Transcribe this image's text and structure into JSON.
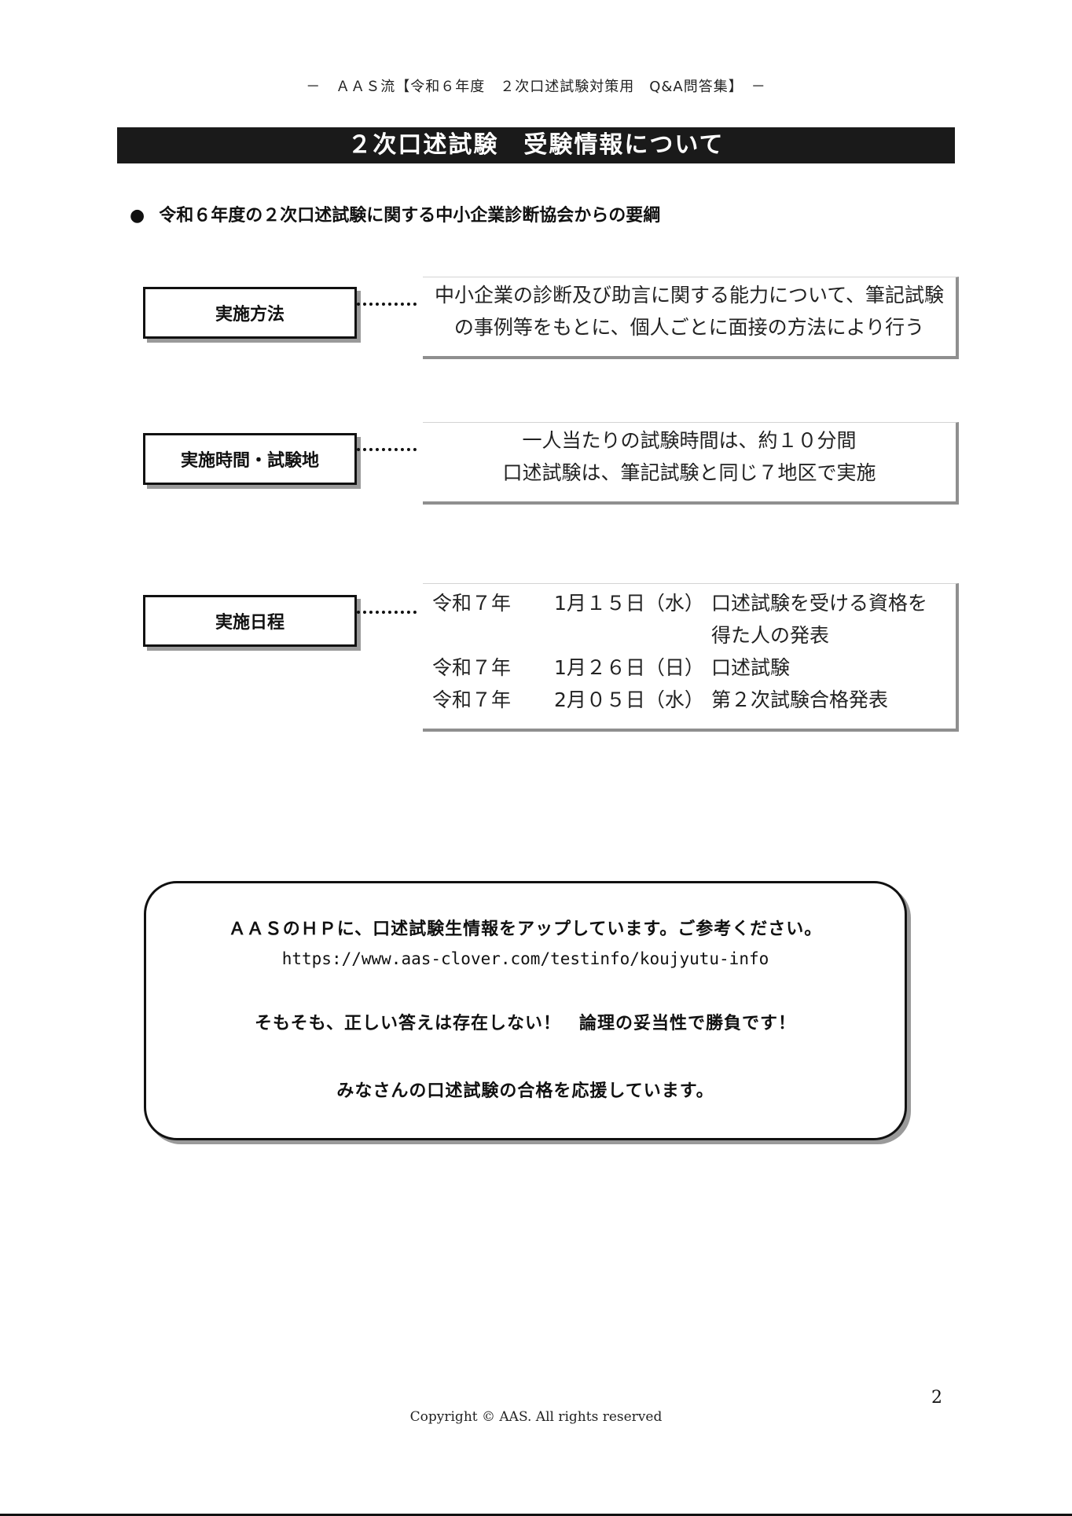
{
  "header": {
    "text": "－　ＡＡＳ流【令和６年度　２次口述試験対策用　Q&A問答集】　－"
  },
  "title": "２次口述試験　受験情報について",
  "section_heading": {
    "bullet": "●",
    "text": "令和６年度の２次口述試験に関する中小企業診断協会からの要綱"
  },
  "items": [
    {
      "label": "実施方法",
      "lines": [
        "中小企業の診断及び助言に関する能力について、筆記試験",
        "の事例等をもとに、個人ごとに面接の方法により行う"
      ]
    },
    {
      "label": "実施時間・試験地",
      "lines": [
        "一人当たりの試験時間は、約１０分間",
        "口述試験は、筆記試験と同じ７地区で実施"
      ]
    },
    {
      "label": "実施日程",
      "schedule": [
        {
          "year": "令和７年",
          "date": "1月１５日（水）",
          "event": "口述試験を受ける資格を",
          "event2": "得た人の発表"
        },
        {
          "year": "令和７年",
          "date": "1月２６日（日）",
          "event": "口述試験"
        },
        {
          "year": "令和７年",
          "date": "2月０５日（水）",
          "event": "第２次試験合格発表"
        }
      ]
    }
  ],
  "note": {
    "line1": "ＡＡＳのＨＰに、口述試験生情報をアップしています。ご参考ください。",
    "url": "https://www.aas-clover.com/testinfo/koujyutu-info",
    "line2": "そもそも、正しい答えは存在しない！　論理の妥当性で勝負です！",
    "line3": "みなさんの口述試験の合格を応援しています。"
  },
  "page_number": "2",
  "copyright": "Copyright © AAS. All rights reserved"
}
